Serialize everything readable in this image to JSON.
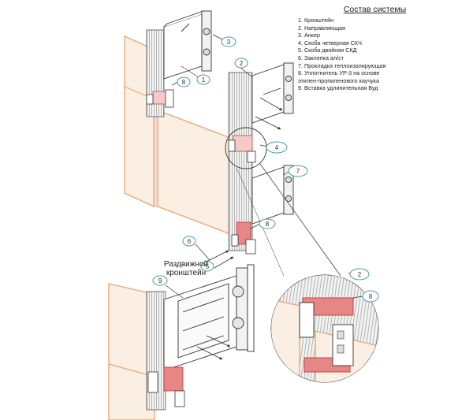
{
  "legend": {
    "title": "Состав системы",
    "items": [
      "1. Кронштейн",
      "2. Направляющая",
      "3. Анкер",
      "4. Скоба четверная СКЧ",
      "5. Скоба двойная СКД",
      "6. Заклепка ал/ст",
      "7. Прокладка теплоизолирующая",
      "8. Уплотнитель УР-3  на основе",
      "   этилен-пропиленового каучука",
      "9. Вставка удлинительная Вуд"
    ]
  },
  "sliding_bracket_label": [
    "Раздвижной",
    "кронштейн"
  ],
  "callouts": [
    {
      "id": "c1",
      "text": "1"
    },
    {
      "id": "c2a",
      "text": "2"
    },
    {
      "id": "c3",
      "text": "3"
    },
    {
      "id": "c4",
      "text": "4"
    },
    {
      "id": "c5",
      "text": "5"
    },
    {
      "id": "c6",
      "text": "6"
    },
    {
      "id": "c7",
      "text": "7"
    },
    {
      "id": "c8a",
      "text": "8"
    },
    {
      "id": "c8b",
      "text": "8"
    },
    {
      "id": "c9",
      "text": "9"
    },
    {
      "id": "c2b",
      "text": "2"
    },
    {
      "id": "c8c",
      "text": "8"
    }
  ],
  "colors": {
    "line": "#3a3a3a",
    "panel_fill": "#fbeee2",
    "panel_edge": "#e9a878",
    "seal": "#e88585",
    "seal_light": "#f6c9c9",
    "callout_ring": "#4a9aa6",
    "rail": "#d8d8d8"
  }
}
